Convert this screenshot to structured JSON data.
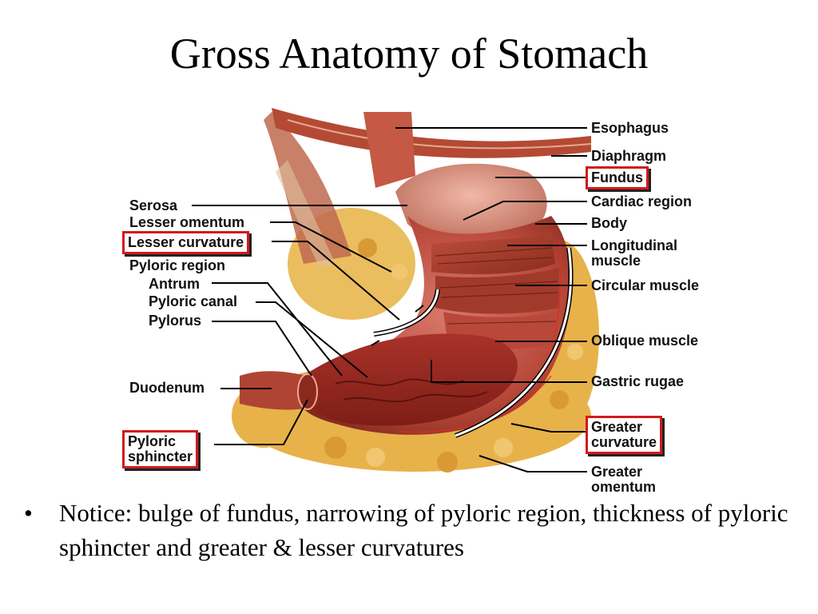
{
  "slide": {
    "title": "Gross Anatomy of Stomach",
    "bullet_marker": "•",
    "bullet_text": "Notice: bulge of fundus, narrowing of pyloric region, thickness of pyloric sphincter and greater & lesser curvatures"
  },
  "figure": {
    "labels_left": {
      "serosa": "Serosa",
      "lesser_omentum": "Lesser omentum",
      "lesser_curvature": "Lesser curvature",
      "pyloric_region": "Pyloric region",
      "antrum": "Antrum",
      "pyloric_canal": "Pyloric canal",
      "pylorus": "Pylorus",
      "duodenum": "Duodenum",
      "pyloric_sphincter_line1": "Pyloric",
      "pyloric_sphincter_line2": "sphincter"
    },
    "labels_right": {
      "esophagus": "Esophagus",
      "diaphragm": "Diaphragm",
      "fundus": "Fundus",
      "cardiac_region": "Cardiac region",
      "body": "Body",
      "longitudinal_muscle_line1": "Longitudinal",
      "longitudinal_muscle_line2": "muscle",
      "circular_muscle": "Circular muscle",
      "oblique_muscle": "Oblique muscle",
      "gastric_rugae": "Gastric rugae",
      "greater_curvature_line1": "Greater",
      "greater_curvature_line2": "curvature",
      "greater_omentum_line1": "Greater",
      "greater_omentum_line2": "omentum"
    },
    "colors": {
      "highlight_box": "#d21a1a",
      "tissue": "#b8483a",
      "fat": "#e8b24a"
    }
  }
}
